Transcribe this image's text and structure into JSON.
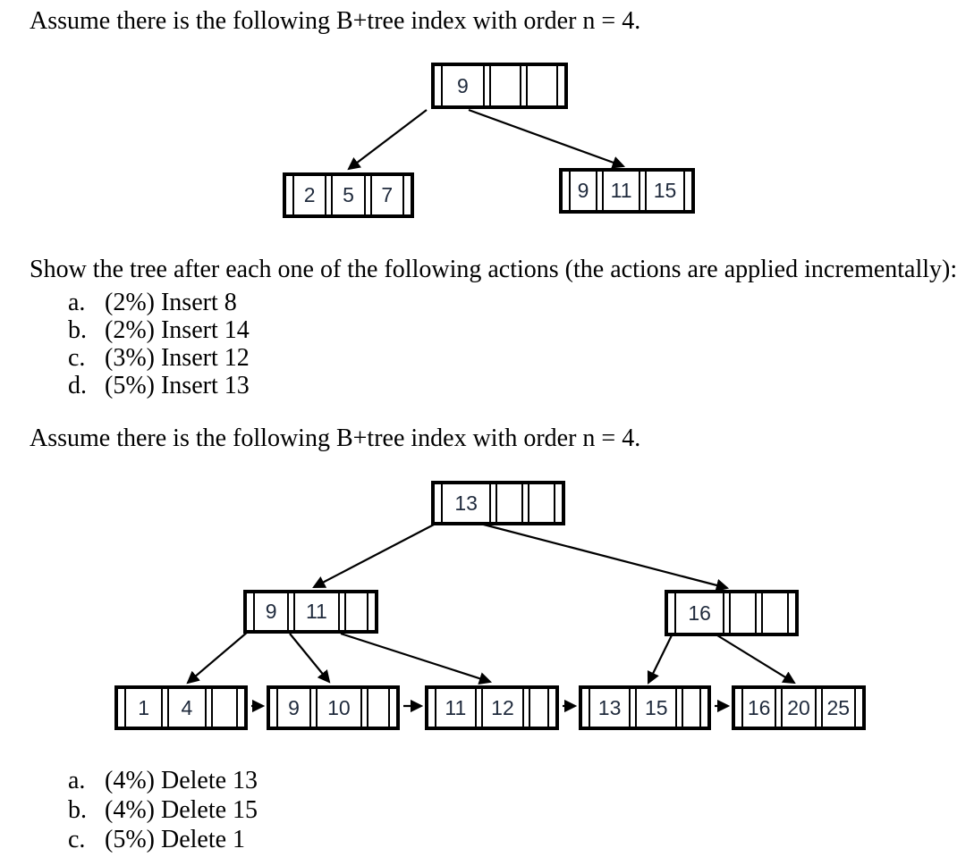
{
  "page": {
    "background": "#ffffff",
    "text_color": "#000000",
    "node_text_color": "#1f2a3c",
    "line_color": "#000000"
  },
  "section1": {
    "intro": "Assume there is the following B+tree index with order n = 4.",
    "prompt": "Show the tree after each one of the following actions (the actions are applied incrementally):",
    "actions": [
      {
        "marker": "a.",
        "text": "(2%) Insert 8"
      },
      {
        "marker": "b.",
        "text": "(2%) Insert 14"
      },
      {
        "marker": "c.",
        "text": "(3%) Insert 12"
      },
      {
        "marker": "d.",
        "text": "(5%) Insert 13"
      }
    ],
    "tree": {
      "type": "b+tree",
      "order": "4",
      "root": {
        "keys": [
          "9",
          "",
          ""
        ]
      },
      "leaves": [
        {
          "keys": [
            "2",
            "5",
            "7"
          ]
        },
        {
          "keys": [
            "9",
            "11",
            "15"
          ]
        }
      ]
    }
  },
  "section2": {
    "intro": "Assume there is the following B+tree index with order n = 4.",
    "actions": [
      {
        "marker": "a.",
        "text": "(4%) Delete 13"
      },
      {
        "marker": "b.",
        "text": "(4%) Delete 15"
      },
      {
        "marker": "c.",
        "text": "(5%) Delete 1"
      }
    ],
    "tree": {
      "type": "b+tree",
      "order": "4",
      "root": {
        "keys": [
          "13",
          "",
          ""
        ]
      },
      "internal": [
        {
          "keys": [
            "9",
            "11",
            ""
          ]
        },
        {
          "keys": [
            "16",
            "",
            ""
          ]
        }
      ],
      "leaves": [
        {
          "keys": [
            "1",
            "4",
            ""
          ]
        },
        {
          "keys": [
            "9",
            "10",
            ""
          ]
        },
        {
          "keys": [
            "11",
            "12",
            ""
          ]
        },
        {
          "keys": [
            "13",
            "15",
            ""
          ]
        },
        {
          "keys": [
            "16",
            "20",
            "25"
          ]
        }
      ]
    }
  }
}
